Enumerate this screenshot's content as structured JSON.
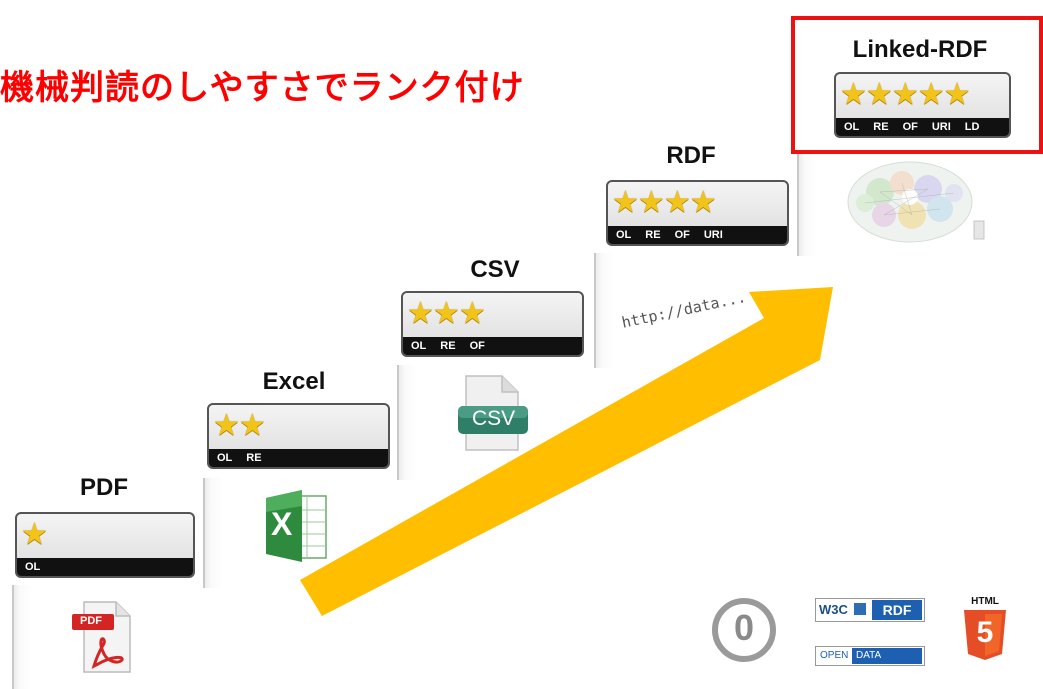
{
  "title": "機械判読のしやすさでランク付け",
  "steps": [
    {
      "label": "PDF",
      "stars": 1,
      "codes": [
        "OL"
      ]
    },
    {
      "label": "Excel",
      "stars": 2,
      "codes": [
        "OL",
        "RE"
      ]
    },
    {
      "label": "CSV",
      "stars": 3,
      "codes": [
        "OL",
        "RE",
        "OF"
      ]
    },
    {
      "label": "RDF",
      "stars": 4,
      "codes": [
        "OL",
        "RE",
        "OF",
        "URI"
      ]
    },
    {
      "label": "Linked-RDF",
      "stars": 5,
      "codes": [
        "OL",
        "RE",
        "OF",
        "URI",
        "LD"
      ]
    }
  ],
  "url_text": "http://data...",
  "icons": {
    "pdf": {
      "label": "PDF"
    },
    "excel": {
      "label": "X"
    },
    "csv": {
      "label": "CSV"
    },
    "cc0": {
      "label": "0"
    },
    "w3c_rdf": {
      "w3c": "W3C",
      "rdf": "RDF"
    },
    "open_data": {
      "open": "OPEN",
      "data": "DATA"
    },
    "html5": {
      "label": "HTML",
      "num": "5"
    }
  },
  "colors": {
    "title": "#ff0000",
    "arrow": "#ffbf00",
    "star": "#f2c318",
    "highlight_box": "#ee1111"
  }
}
